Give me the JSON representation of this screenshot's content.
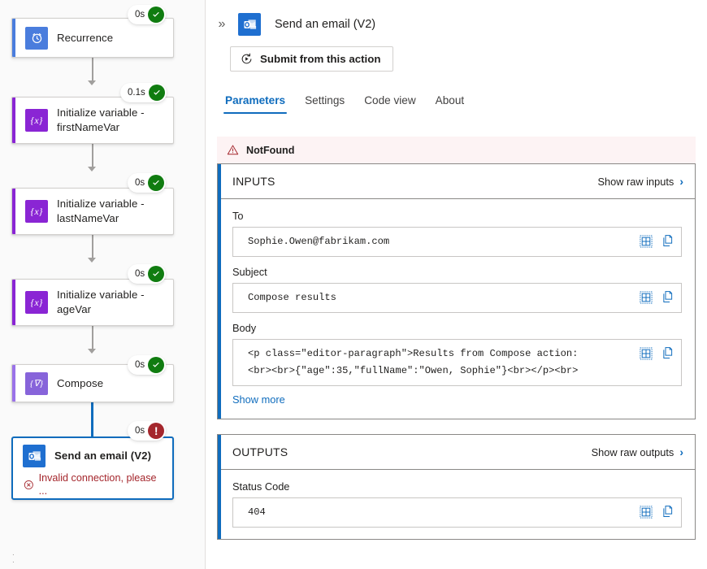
{
  "designer": {
    "nodes": [
      {
        "title": "Recurrence",
        "icon": "clock-icon",
        "accent": "#4a7ddd",
        "icon_bg": "#4a7ddd",
        "duration": "0s",
        "status": "succeeded"
      },
      {
        "title": "Initialize variable - firstNameVar",
        "icon": "variable-icon",
        "accent": "#8a25d4",
        "icon_bg": "#8a25d4",
        "duration": "0.1s",
        "status": "succeeded"
      },
      {
        "title": "Initialize variable - lastNameVar",
        "icon": "variable-icon",
        "accent": "#8a25d4",
        "icon_bg": "#8a25d4",
        "duration": "0s",
        "status": "succeeded"
      },
      {
        "title": "Initialize variable - ageVar",
        "icon": "variable-icon",
        "accent": "#8a25d4",
        "icon_bg": "#8a25d4",
        "duration": "0s",
        "status": "succeeded"
      },
      {
        "title": "Compose",
        "icon": "compose-icon",
        "accent": "#9a72e8",
        "icon_bg": "#8764da",
        "duration": "0s",
        "status": "succeeded"
      },
      {
        "title": "Send an email (V2)",
        "icon": "outlook-icon",
        "accent": "#0f6cbd",
        "icon_bg": "#1f6fd0",
        "duration": "0s",
        "status": "failed",
        "error": "Invalid connection, please ...",
        "selected": true
      }
    ]
  },
  "panel": {
    "collapse_icon": "»",
    "app_icon": "outlook-icon",
    "title": "Send an email (V2)",
    "resubmit_label": "Submit from this action",
    "tabs": [
      {
        "label": "Parameters",
        "active": true
      },
      {
        "label": "Settings",
        "active": false
      },
      {
        "label": "Code view",
        "active": false
      },
      {
        "label": "About",
        "active": false
      }
    ],
    "error_banner": {
      "icon": "warning-icon",
      "text": "NotFound"
    },
    "inputs": {
      "title": "INPUTS",
      "show_raw_label": "Show raw inputs",
      "show_more_label": "Show more",
      "fields": [
        {
          "label": "To",
          "value": "Sophie.Owen@fabrikam.com"
        },
        {
          "label": "Subject",
          "value": "Compose results"
        },
        {
          "label": "Body",
          "value": "<p class=\"editor-paragraph\">Results from Compose action:\n<br><br>{\"age\":35,\"fullName\":\"Owen, Sophie\"}<br></p><br>"
        }
      ]
    },
    "outputs": {
      "title": "OUTPUTS",
      "show_raw_label": "Show raw outputs",
      "fields": [
        {
          "label": "Status Code",
          "value": "404"
        }
      ]
    }
  },
  "colors": {
    "accent": "#0f6cbd",
    "success": "#107c10",
    "error": "#a4262c",
    "error_bg": "#fdf3f4"
  }
}
